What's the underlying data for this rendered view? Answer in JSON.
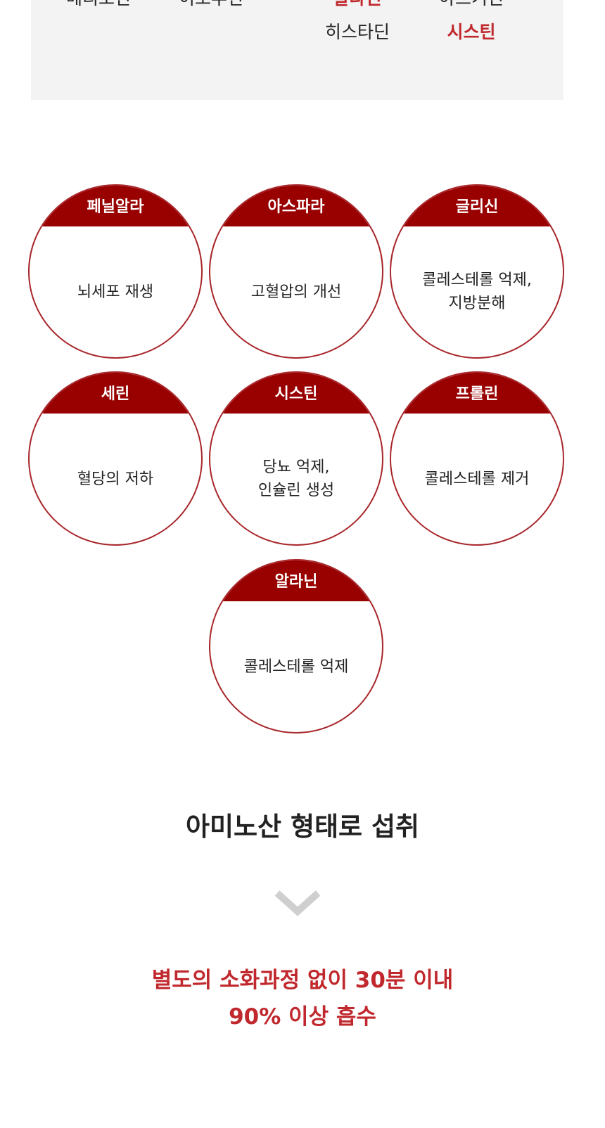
{
  "amino_table": {
    "row1": [
      "메티오닌",
      "이소루신",
      "알라닌",
      "아르기닌"
    ],
    "row2": [
      "히스타딘",
      "시스틴"
    ]
  },
  "circles": [
    {
      "name": "페닐알라",
      "effect": "뇌세포 재생"
    },
    {
      "name": "아스파라",
      "effect": "고혈압의 개선"
    },
    {
      "name": "글리신",
      "effect": "콜레스테롤 억제,\n지방분해"
    },
    {
      "name": "세린",
      "effect": "혈당의 저하"
    },
    {
      "name": "시스틴",
      "effect": "당뇨 억제,\n인슐린 생성"
    },
    {
      "name": "프롤린",
      "effect": "콜레스테롤 제거"
    },
    {
      "name": "알라닌",
      "effect": "콜레스테롤 억제"
    }
  ],
  "title": "아미노산 형태로 섭취",
  "icon": "chevron-down-icon",
  "note": "별도의 소화과정 없이 30분 이내\n90% 이상 흡수",
  "colors": {
    "accent": "#990000",
    "highlight": "#c0282d"
  }
}
